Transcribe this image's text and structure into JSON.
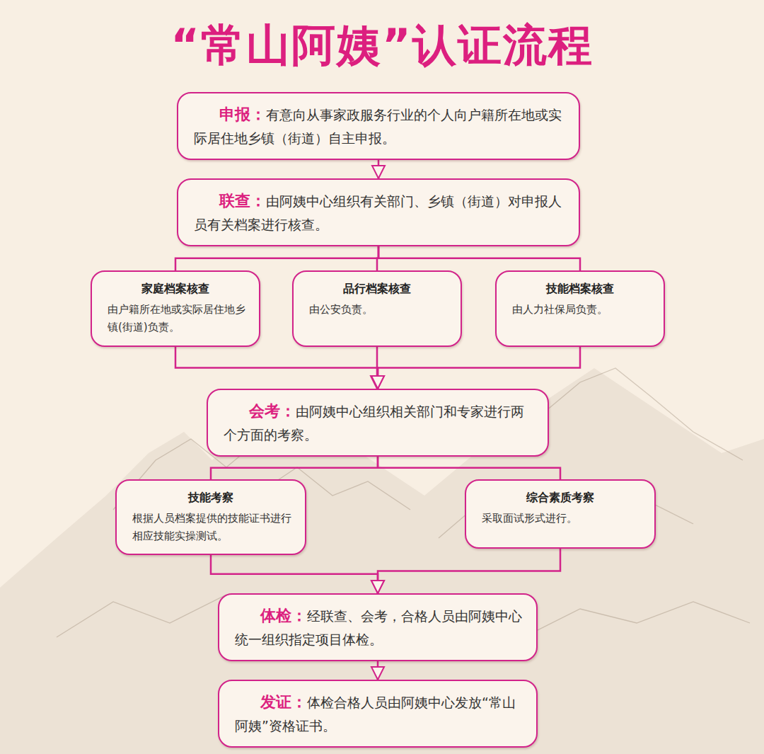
{
  "diagram": {
    "title": "“常山阿姨”认证流程",
    "nodes": [
      {
        "text": [
          "申报：",
          "有意向从事家政服务行业的个人向户籍所在地或实际居住地乡镇（街道）自主申报。"
        ]
      },
      {
        "text": [
          "联查：",
          "由阿姨中心组织有关部门、乡镇（街道）对申报人员有关档案进行核查。"
        ]
      },
      {
        "text": [
          "家庭档案核查",
          "由户籍所在地或实际居住地乡镇(街道)负责。"
        ]
      },
      {
        "text": [
          "品行档案核查",
          "由公安负责。"
        ]
      },
      {
        "text": [
          "技能档案核查",
          "由人力社保局负责。"
        ]
      },
      {
        "text": [
          "会考：",
          "由阿姨中心组织相关部门和专家进行两个方面的考察。"
        ]
      },
      {
        "text": [
          "技能考察",
          "根据人员档案提供的技能证书进行相应技能实操测试。"
        ]
      },
      {
        "text": [
          "综合素质考察",
          "采取面试形式进行。"
        ]
      },
      {
        "text": [
          "体检：",
          "经联查、会考，合格人员由阿姨中心统一组织指定项目体检。"
        ]
      },
      {
        "text": [
          "发证：",
          "体检合格人员由阿姨中心发放“常山阿姨”资格证书。"
        ]
      }
    ],
    "edges": [
      {
        "from": 0,
        "to": 1,
        "arrow": "to"
      },
      {
        "from": 1,
        "to": 2,
        "arrow": "none"
      },
      {
        "from": 1,
        "to": 3,
        "arrow": "none"
      },
      {
        "from": 1,
        "to": 4,
        "arrow": "none"
      },
      {
        "from": 2,
        "to": 5,
        "arrow": "to"
      },
      {
        "from": 3,
        "to": 5,
        "arrow": "to"
      },
      {
        "from": 4,
        "to": 5,
        "arrow": "to"
      },
      {
        "from": 5,
        "to": 6,
        "arrow": "none"
      },
      {
        "from": 5,
        "to": 7,
        "arrow": "none"
      },
      {
        "from": 6,
        "to": 8,
        "arrow": "to"
      },
      {
        "from": 7,
        "to": 8,
        "arrow": "to"
      },
      {
        "from": 8,
        "to": 9,
        "arrow": "to"
      }
    ]
  }
}
